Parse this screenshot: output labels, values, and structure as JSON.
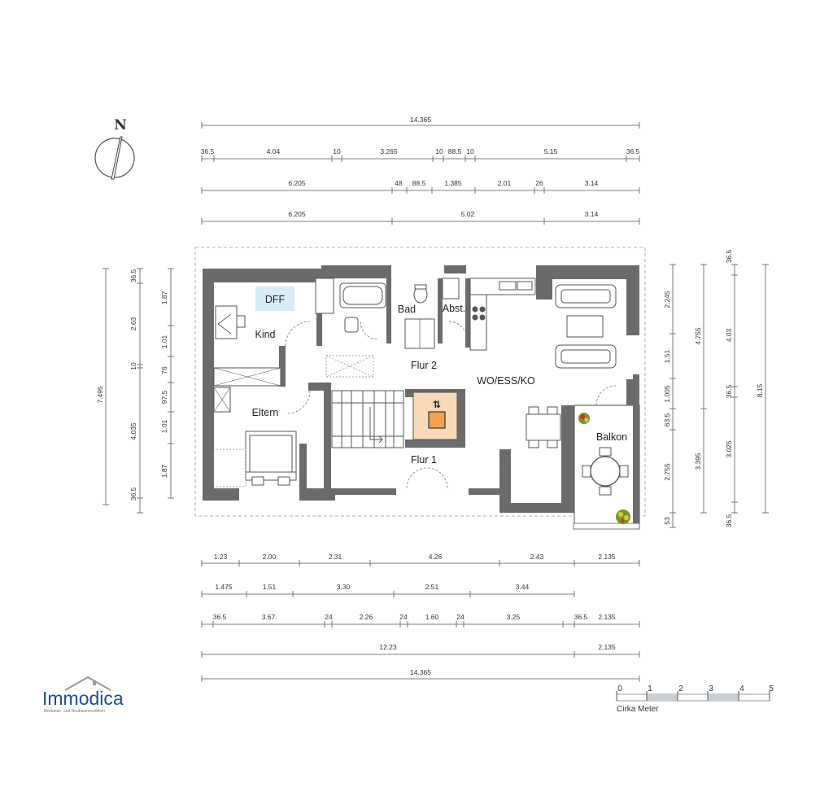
{
  "north_label": "N",
  "rooms": {
    "dff": "DFF",
    "kind": "Kind",
    "bad": "Bad",
    "abst": "Abst.",
    "flur2": "Flur 2",
    "wo": "WO/ESS/KO",
    "eltern": "Eltern",
    "flur1": "Flur 1",
    "balkon": "Balkon"
  },
  "dims_top": {
    "r1": [
      "14.365"
    ],
    "r2": [
      "36.5",
      "4.04",
      "10",
      "3.265",
      "10",
      "88.5",
      "10",
      "5.15",
      "36.5"
    ],
    "r3": [
      "6.205",
      "48",
      "88.5",
      "1.385",
      "2.01",
      "26",
      "3.14"
    ],
    "r4": [
      "6.205",
      "5.02",
      "3.14"
    ]
  },
  "dims_left": {
    "outer": [
      "7.495"
    ],
    "mid": [
      "36.5",
      "2.63",
      "10",
      "4.035",
      "36.5"
    ],
    "inner": [
      "1.87",
      "1.01",
      "76",
      "97.5",
      "1.01",
      "1.87"
    ]
  },
  "dims_right": {
    "c1": [
      "2.245",
      "1.51",
      "1.005",
      "63.5",
      "2.755",
      "53"
    ],
    "c2": [
      "4.755",
      "3.395"
    ],
    "c3": [
      "36.5",
      "4.03",
      "36.5",
      "3.025",
      "36.5"
    ],
    "c4": [
      "8.15"
    ]
  },
  "dims_bottom": {
    "r1": [
      "1.23",
      "2.00",
      "2.31",
      "4.26",
      "2.43",
      "2.135"
    ],
    "r2": [
      "1.475",
      "1.51",
      "3.30",
      "2.51",
      "3.44"
    ],
    "r3": [
      "36.5",
      "3.67",
      "24",
      "2.26",
      "24",
      "1.60",
      "24",
      "3.25",
      "36.5",
      "2.135"
    ],
    "r4": [
      "12.23",
      "2.135"
    ],
    "r5": [
      "14.365"
    ]
  },
  "logo": {
    "name_part1": "Immo",
    "name_part2": "dica",
    "tagline": "Bestands- und Neubauimmobilien",
    "brand_color": "#1e4e8c",
    "accent_color": "#8db33a"
  },
  "scale": {
    "ticks": [
      "0",
      "1",
      "2",
      "3",
      "4",
      "5"
    ],
    "caption": "Cirka Meter"
  }
}
